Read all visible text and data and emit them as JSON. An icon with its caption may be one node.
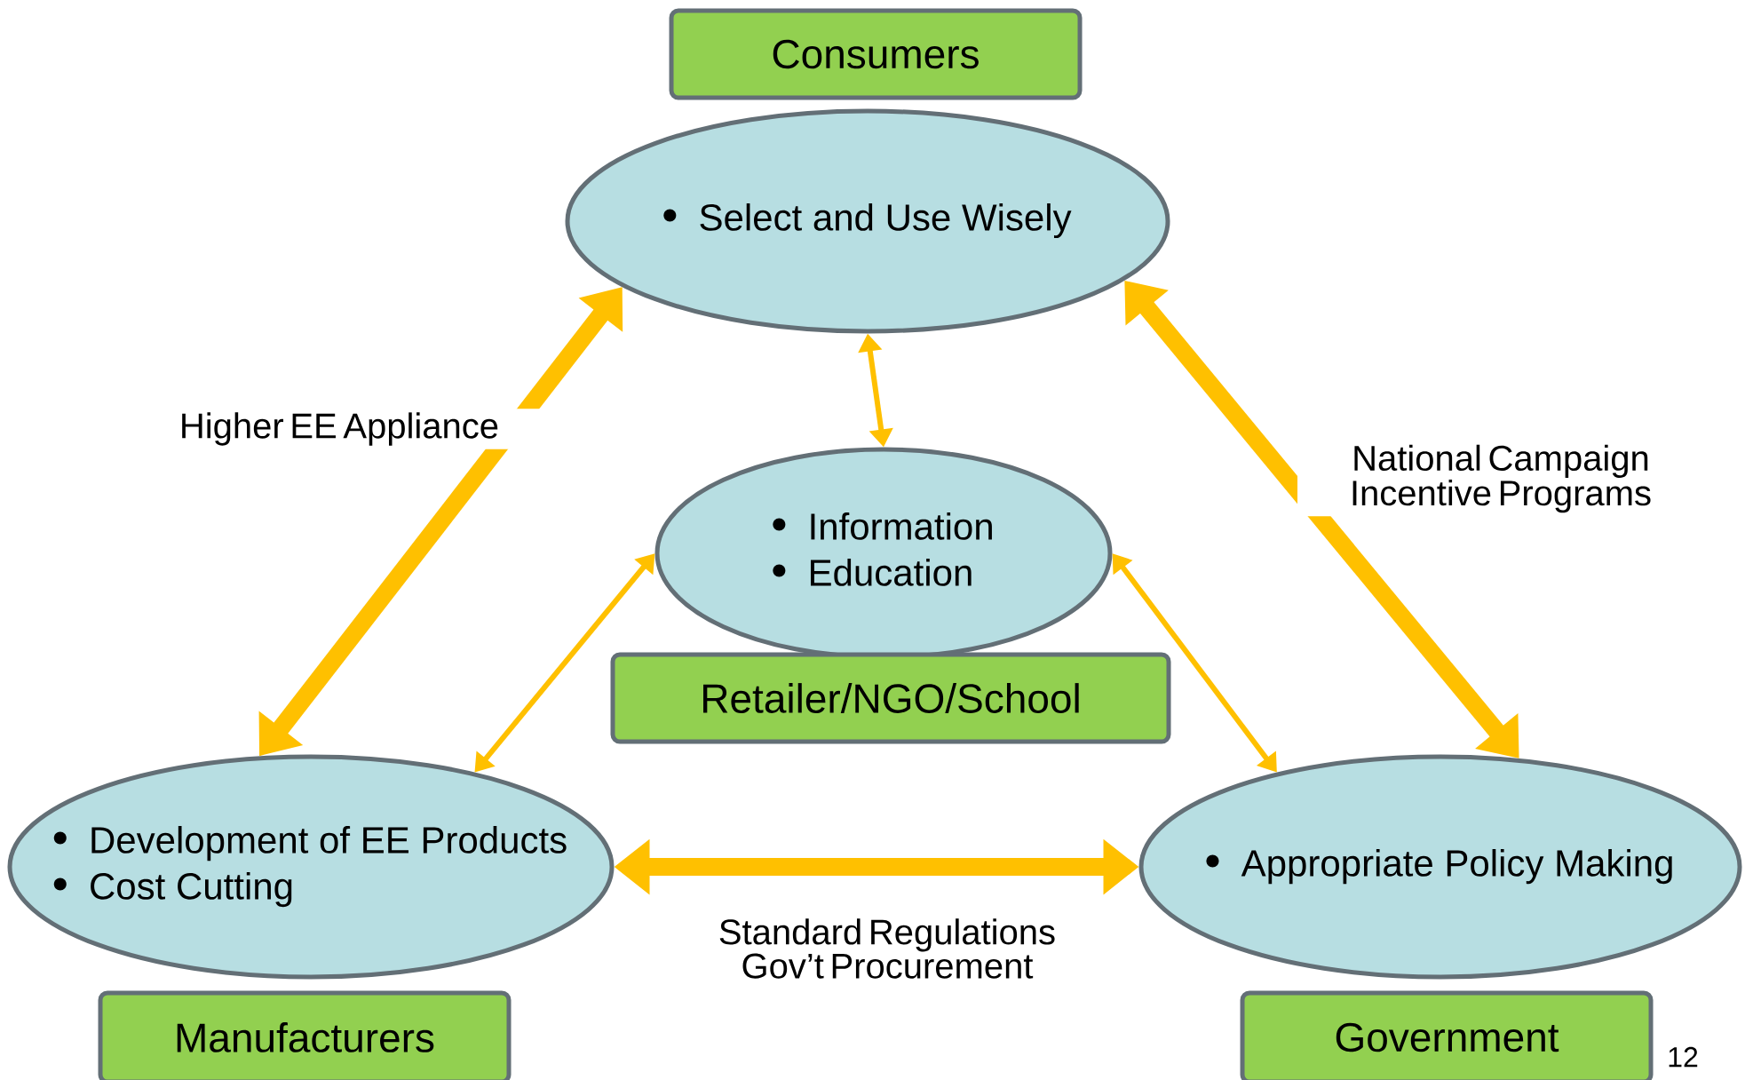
{
  "diagram": {
    "nodes": [
      {
        "text": [
          "Consumers"
        ]
      },
      {
        "text": [
          "Select and Use Wisely"
        ]
      },
      {
        "text": [
          "Information",
          "Education"
        ]
      },
      {
        "text": [
          "Retailer/NGO/School"
        ]
      },
      {
        "text": [
          "Development of EE Products",
          "Cost Cutting"
        ]
      },
      {
        "text": [
          "Appropriate Policy Making"
        ]
      },
      {
        "text": [
          "Manufacturers"
        ]
      },
      {
        "text": [
          "Government"
        ]
      }
    ],
    "edges": [
      {
        "from": 4,
        "to": 1,
        "arrow": "both",
        "style": "thick",
        "label": "Higher EE Appliance"
      },
      {
        "from": 1,
        "to": 5,
        "arrow": "both",
        "style": "thick",
        "label": "National Campaign Incentive Programs"
      },
      {
        "from": 4,
        "to": 5,
        "arrow": "both",
        "style": "thick",
        "label": "Standard Regulations Gov’t Procurement"
      },
      {
        "from": 1,
        "to": 2,
        "arrow": "both"
      },
      {
        "from": 2,
        "to": 4,
        "arrow": "both"
      },
      {
        "from": 2,
        "to": 5,
        "arrow": "both"
      }
    ],
    "labels": [
      "12"
    ]
  }
}
